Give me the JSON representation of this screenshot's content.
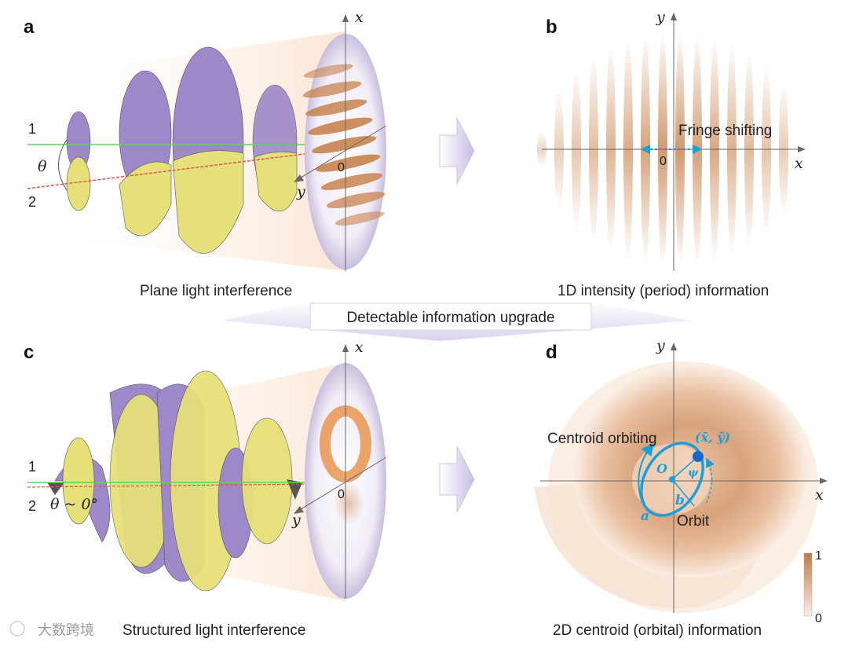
{
  "panels": {
    "a": {
      "letter": "a",
      "caption": "Plane light interference",
      "beam1": "1",
      "beam2": "2",
      "angle": "θ",
      "axis_x": "x",
      "axis_y": "y",
      "origin": "0"
    },
    "b": {
      "letter": "b",
      "caption": "1D intensity (period) information",
      "axis_x": "x",
      "axis_y": "y",
      "origin": "0",
      "annotation": "Fringe shifting"
    },
    "c": {
      "letter": "c",
      "caption": "Structured light interference",
      "beam1": "1",
      "beam2": "2",
      "angle": "θ ~ 0°",
      "axis_x": "x",
      "axis_y": "y",
      "origin": "0"
    },
    "d": {
      "letter": "d",
      "caption": "2D centroid (orbital) information",
      "axis_x": "x",
      "axis_y": "y",
      "centroid_label": "Centroid orbiting",
      "centroid_coord": "(x̄, ȳ)",
      "orbit_label": "Orbit",
      "center_label": "O",
      "semi_a": "a",
      "semi_b": "b",
      "angle_psi": "ψ",
      "colorbar_max": "1",
      "colorbar_min": "0"
    }
  },
  "banner": {
    "text": "Detectable information upgrade"
  },
  "watermark": {
    "text": "大数跨境"
  },
  "colors": {
    "beam_purple": "#9d88c9",
    "beam_yellow": "#e6e07a",
    "fringe": "#c8834e",
    "cyan": "#1aa0d8"
  }
}
